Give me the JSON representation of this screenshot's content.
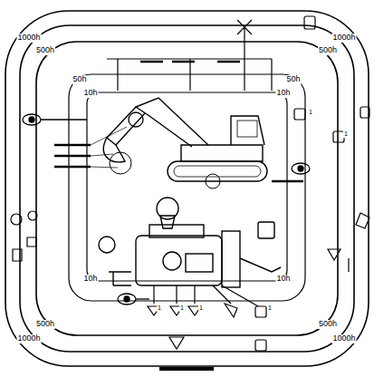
{
  "diagram": {
    "labels": [
      "1000h",
      "500h",
      "50h",
      "10h",
      "1000h",
      "500h",
      "50h",
      "10h",
      "10h",
      "500h",
      "1000h",
      "10h",
      "500h",
      "1000h",
      "1",
      "1",
      "1",
      "1",
      "1",
      "1"
    ]
  }
}
